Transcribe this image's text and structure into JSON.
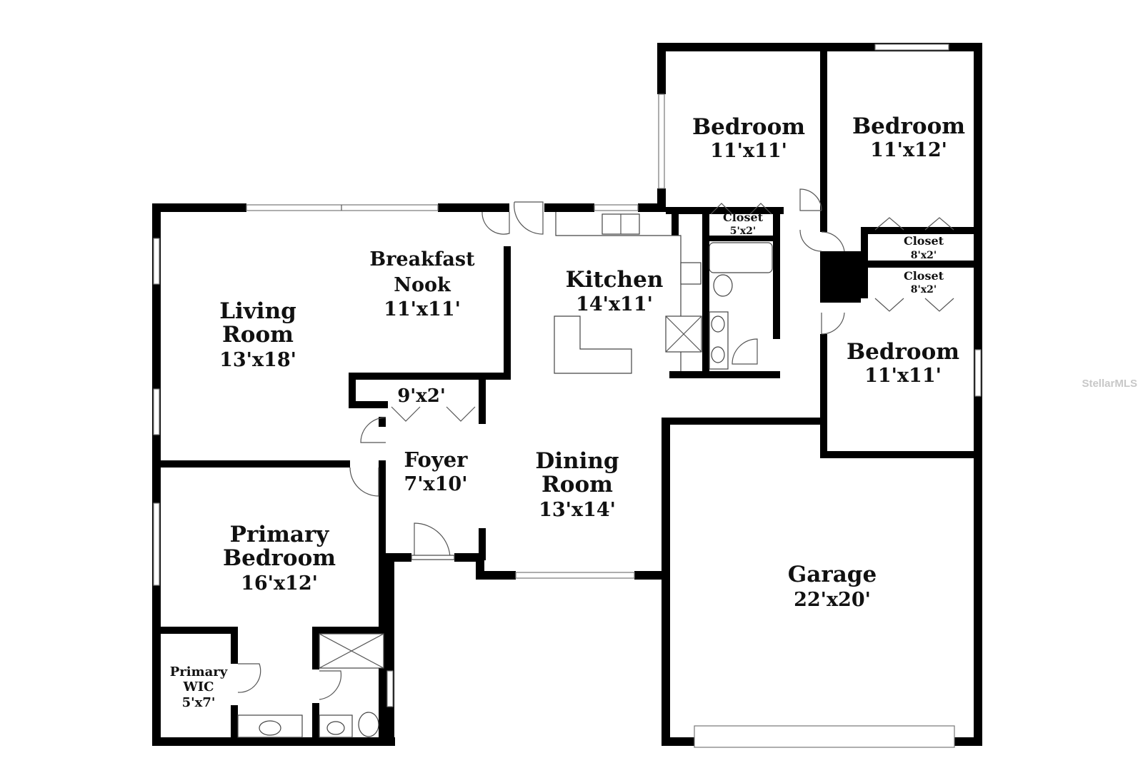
{
  "rooms": {
    "bedroom_2": {
      "name": "Bedroom",
      "dims": "11'x11'"
    },
    "bedroom_3": {
      "name": "Bedroom",
      "dims": "11'x12'"
    },
    "bedroom_4": {
      "name": "Bedroom",
      "dims": "11'x11'"
    },
    "closet_1": {
      "name": "Closet",
      "dims": "5'x2'"
    },
    "closet_2": {
      "name": "Closet",
      "dims": "8'x2'"
    },
    "closet_3": {
      "name": "Closet",
      "dims": "8'x2'"
    },
    "breakfast_nook": {
      "name_line1": "Breakfast",
      "name_line2": "Nook",
      "dims": "11'x11'"
    },
    "kitchen": {
      "name": "Kitchen",
      "dims": "14'x11'"
    },
    "living_room": {
      "name_line1": "Living",
      "name_line2": "Room",
      "dims": "13'x18'"
    },
    "foyer_closet": {
      "dims": "9'x2'"
    },
    "foyer": {
      "name": "Foyer",
      "dims": "7'x10'"
    },
    "dining_room": {
      "name_line1": "Dining",
      "name_line2": "Room",
      "dims": "13'x14'"
    },
    "primary_bedroom": {
      "name_line1": "Primary",
      "name_line2": "Bedroom",
      "dims": "16'x12'"
    },
    "primary_wic": {
      "name_line1": "Primary",
      "name_line2": "WIC",
      "dims": "5'x7'"
    },
    "garage": {
      "name": "Garage",
      "dims": "22'x20'"
    }
  },
  "watermark": "StellarMLS",
  "colors": {
    "wall": "#000000",
    "background": "#ffffff",
    "fixture_stroke": "#444444"
  }
}
